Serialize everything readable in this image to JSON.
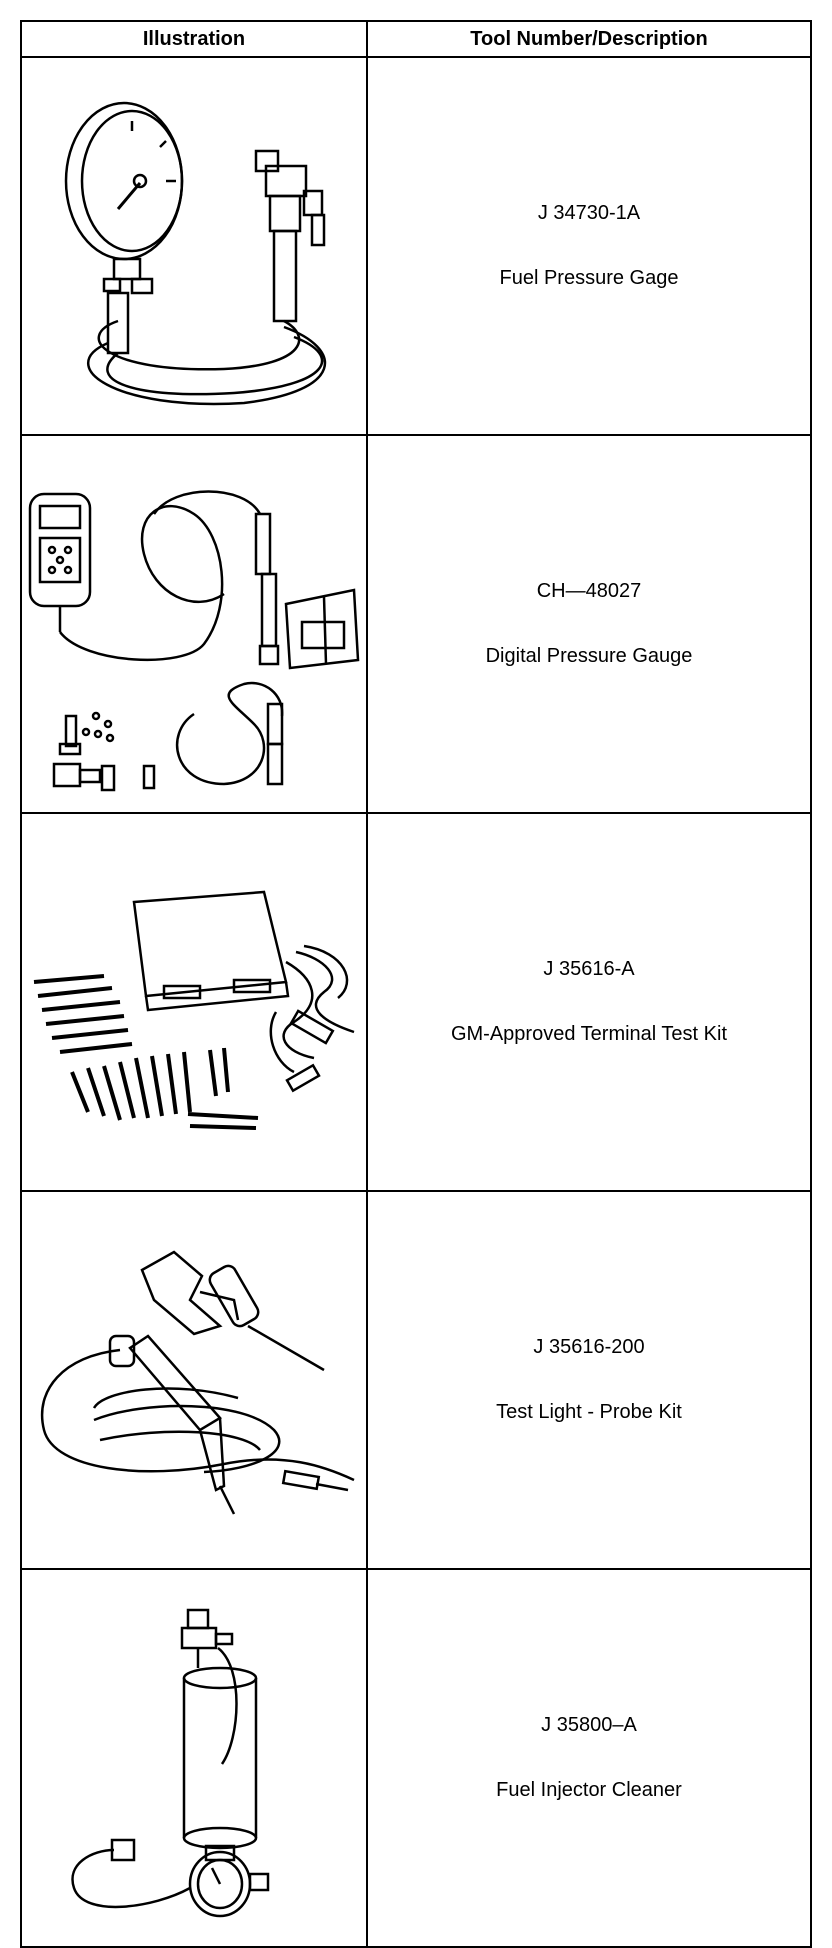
{
  "table": {
    "headers": {
      "illustration": "Illustration",
      "description": "Tool Number/Description"
    },
    "rows": [
      {
        "tool_number": "J 34730-1A",
        "description": "Fuel Pressure Gage",
        "illustration_icon": "fuel-pressure-gage-icon"
      },
      {
        "tool_number": "CH—48027",
        "description": "Digital Pressure Gauge",
        "illustration_icon": "digital-pressure-gauge-icon"
      },
      {
        "tool_number": "J 35616-A",
        "description": "GM-Approved Terminal Test Kit",
        "illustration_icon": "terminal-test-kit-icon"
      },
      {
        "tool_number": "J 35616-200",
        "description": "Test Light - Probe Kit",
        "illustration_icon": "test-light-probe-kit-icon"
      },
      {
        "tool_number": "J 35800–A",
        "description": "Fuel Injector Cleaner",
        "illustration_icon": "fuel-injector-cleaner-icon"
      }
    ]
  }
}
